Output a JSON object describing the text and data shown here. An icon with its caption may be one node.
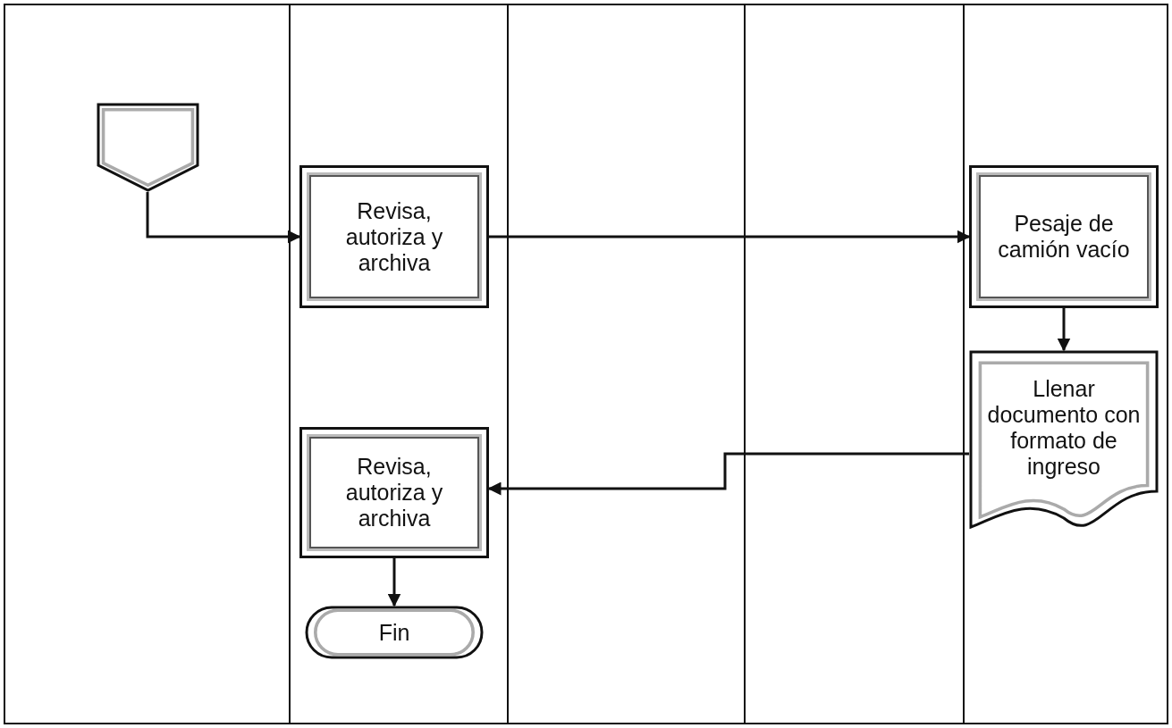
{
  "diagram": {
    "nodes": [
      {
        "text": [],
        "shape": "pentagon"
      },
      {
        "text": [
          "Revisa, autoriza y archiva"
        ]
      },
      {
        "text": [
          "Pesaje de camión vacío"
        ]
      },
      {
        "text": [
          "Llenar documento con formato de ingreso"
        ]
      },
      {
        "text": [
          "Revisa, autoriza y archiva"
        ]
      },
      {
        "text": [
          "Fin"
        ]
      }
    ],
    "edges": [
      {
        "from": 0,
        "to": 1,
        "arrow": "to"
      },
      {
        "from": 1,
        "to": 2,
        "arrow": "to"
      },
      {
        "from": 2,
        "to": 3,
        "arrow": "to"
      },
      {
        "from": 3,
        "to": 4,
        "arrow": "to"
      },
      {
        "from": 4,
        "to": 5,
        "arrow": "to"
      }
    ]
  }
}
